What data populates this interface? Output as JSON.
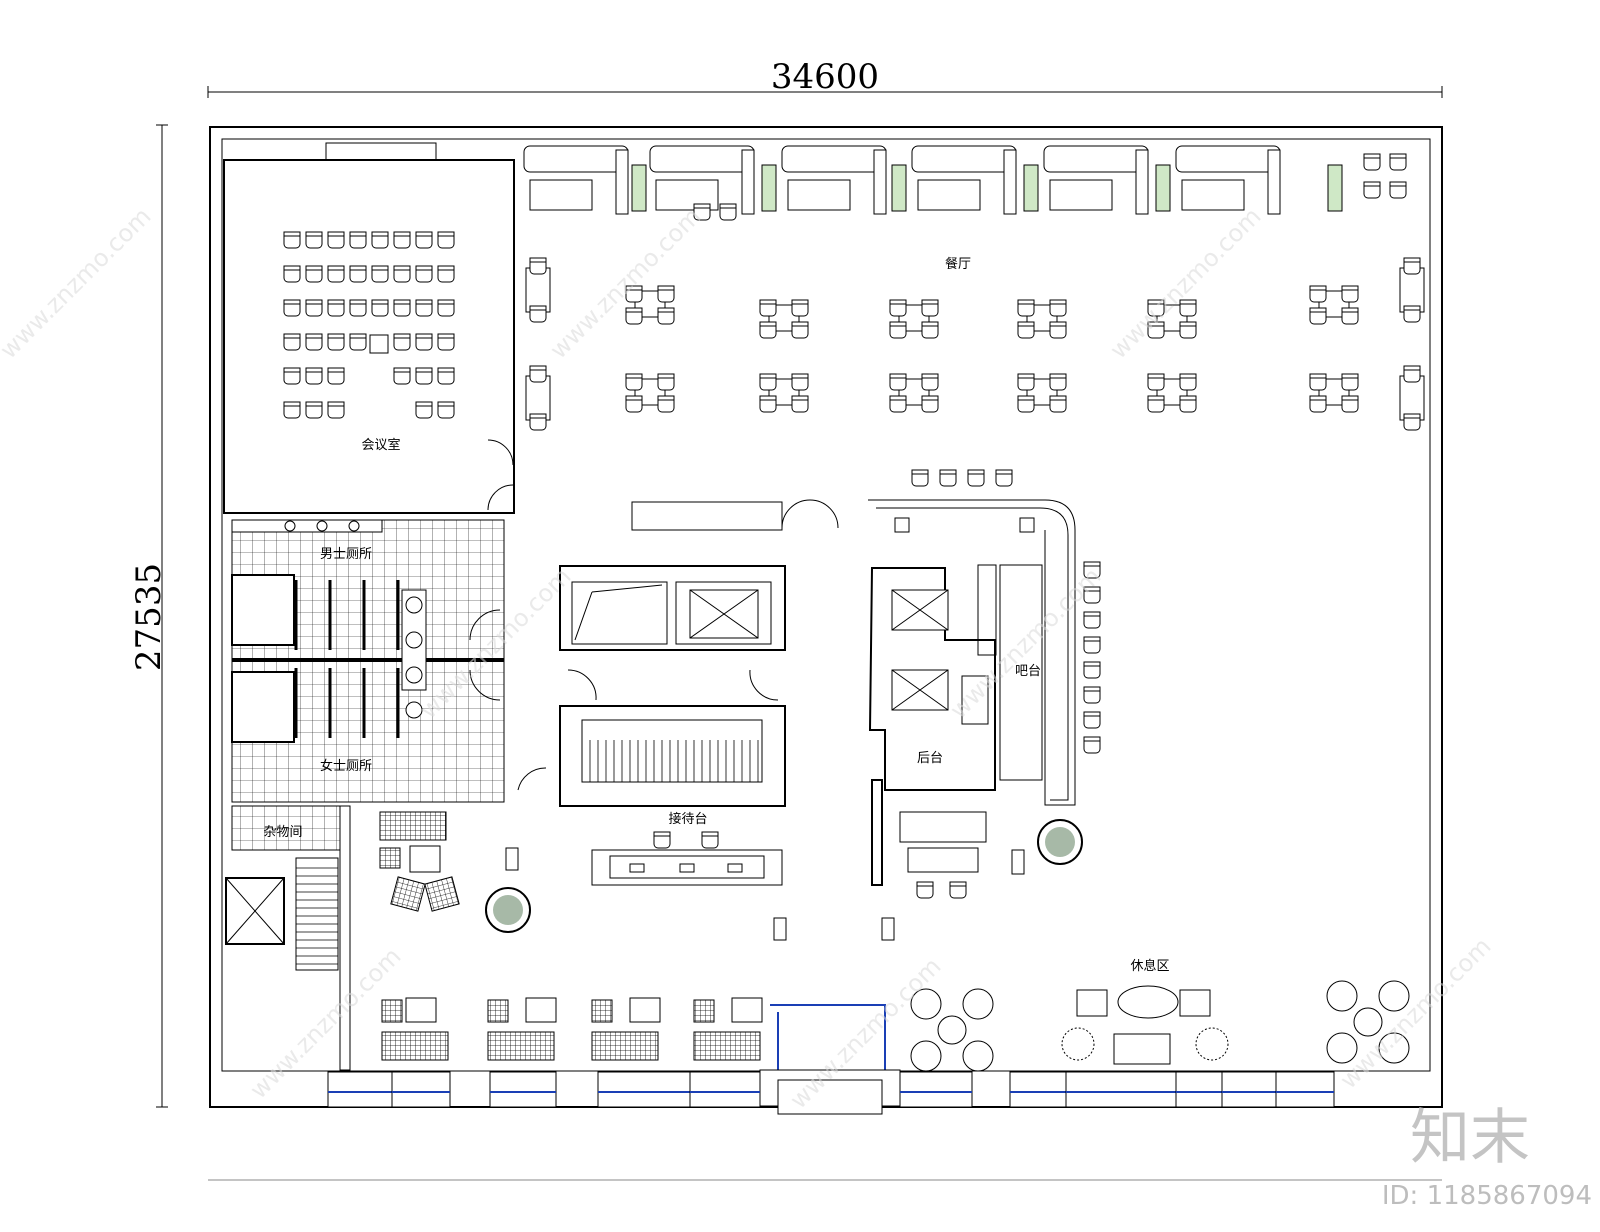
{
  "dimensions": {
    "width": "34600",
    "height": "27535"
  },
  "rooms": {
    "conference": "会议室",
    "dining": "餐厅",
    "mens_restroom": "男士厕所",
    "womens_restroom": "女士厕所",
    "storage": "杂物间",
    "reception": "接待台",
    "bar": "吧台",
    "backstage": "后台",
    "lounge": "休息区"
  },
  "watermark": {
    "logo": "知末",
    "id": "ID: 1185867094",
    "site": "www.znzmo.com"
  }
}
